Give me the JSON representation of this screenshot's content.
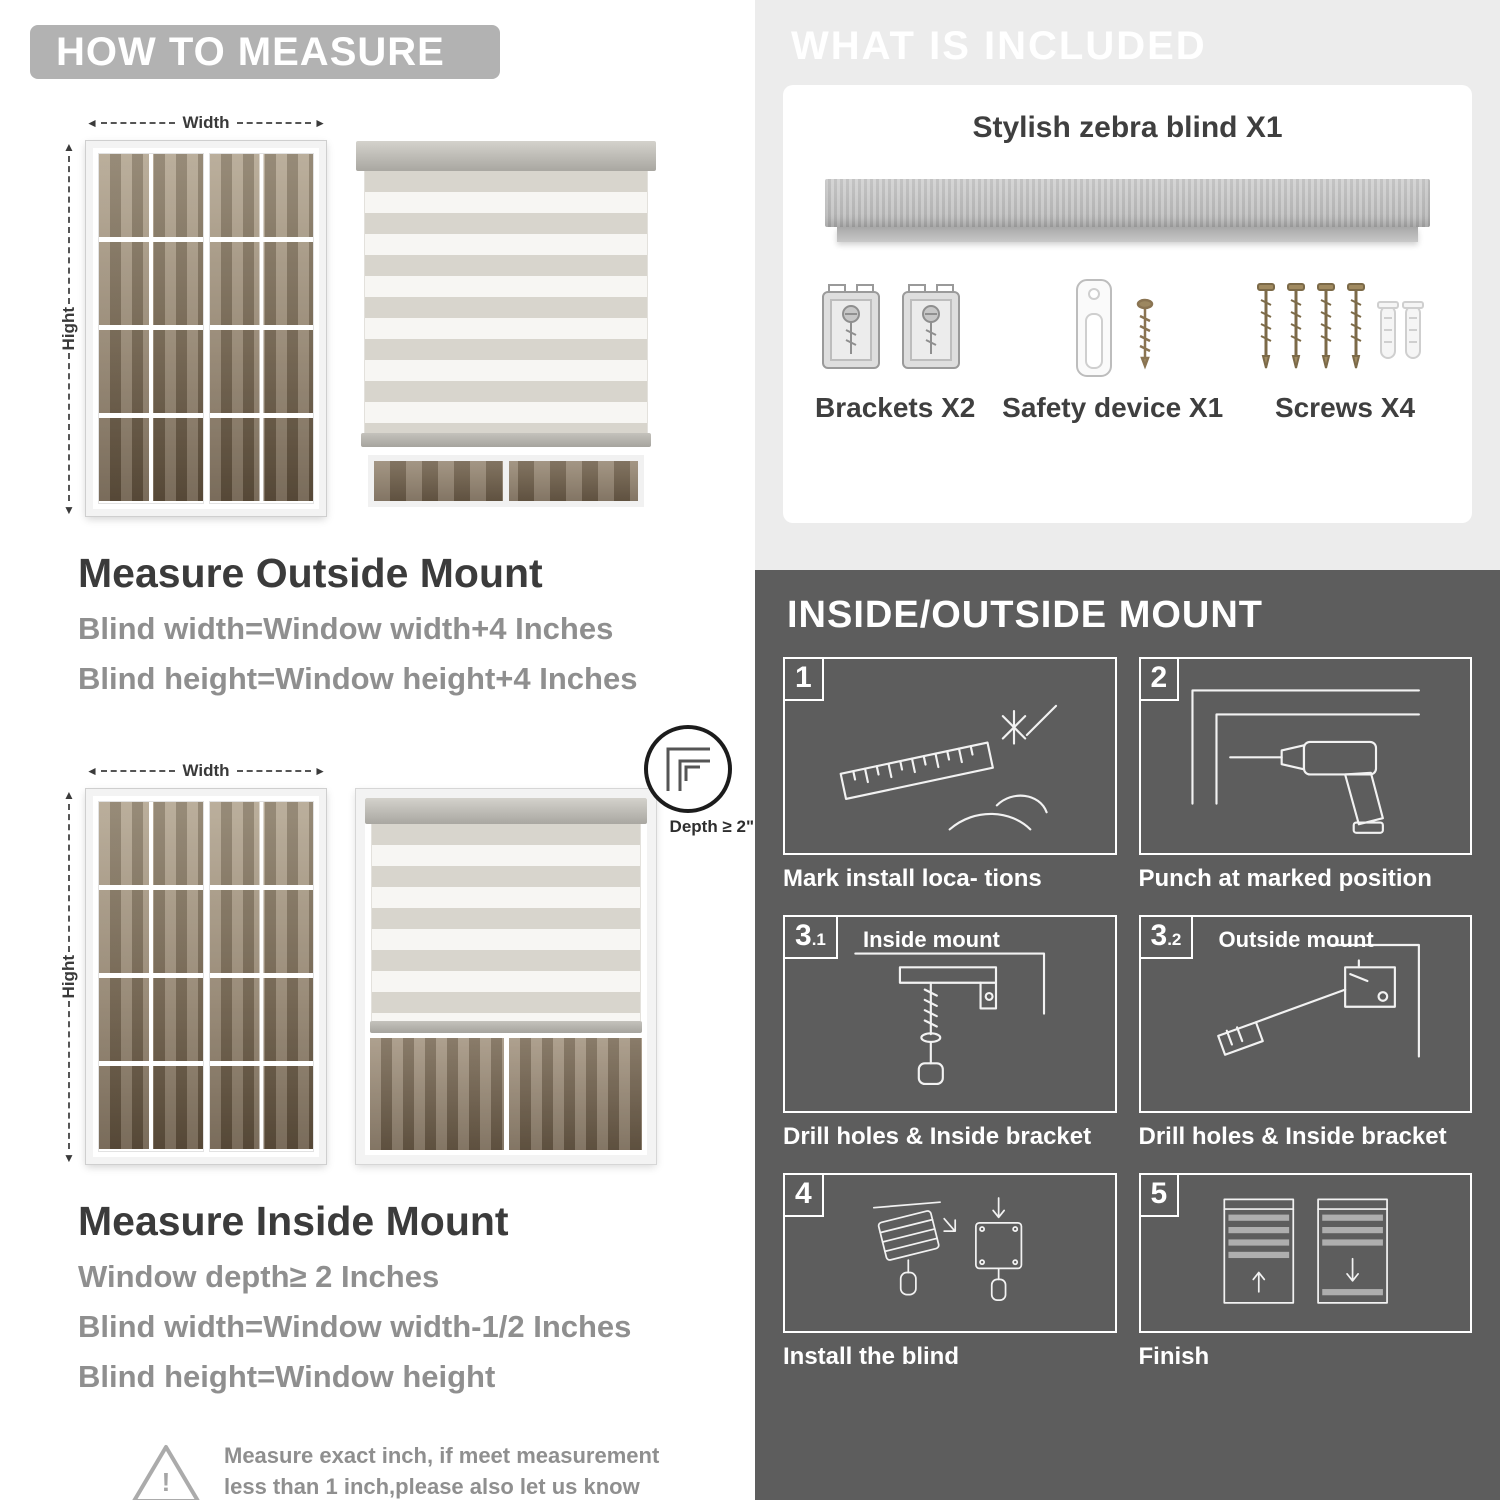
{
  "colors": {
    "banner_gray": "#b2b2b2",
    "panel_light": "#ececec",
    "panel_dark": "#5d5d5d",
    "text_dark": "#3b3b3b",
    "text_gray": "#8f8f8f"
  },
  "icons": {
    "arrow_left": "◄",
    "arrow_right": "►",
    "arrow_up": "▲",
    "arrow_down": "▼",
    "warning_exclamation": "!"
  },
  "left": {
    "banner": "HOW TO MEASURE",
    "outside": {
      "width_label": "Width",
      "height_label": "Hight",
      "heading": "Measure Outside Mount",
      "line1": "Blind width=Window width+4 Inches",
      "line2": "Blind height=Window height+4 Inches"
    },
    "inside": {
      "width_label": "Width",
      "height_label": "Hight",
      "depth_label": "Depth ≥ 2\"",
      "heading": "Measure Inside Mount",
      "line1": "Window depth≥ 2 Inches",
      "line2": "Blind width=Window width-1/2 Inches",
      "line3": "Blind height=Window height"
    },
    "warning": {
      "text": "Measure exact inch, if meet measurement less than 1 inch,please also let us know exact measurement, please do not leave it"
    }
  },
  "included": {
    "title": "WHAT IS INCLUDED",
    "blind_label": "Stylish zebra blind X1",
    "items": [
      {
        "label": "Brackets X2",
        "icon": "brackets-icon"
      },
      {
        "label": "Safety device X1",
        "icon": "safety-device-icon"
      },
      {
        "label": "Screws X4",
        "icon": "screws-icon"
      }
    ]
  },
  "mount": {
    "title": "INSIDE/OUTSIDE MOUNT",
    "steps": [
      {
        "num": "1",
        "subnum": "",
        "label": "",
        "caption": "Mark install loca- tions",
        "icon": "mark-locations-illustration"
      },
      {
        "num": "2",
        "subnum": "",
        "label": "",
        "caption": "Punch at  marked position",
        "icon": "drill-illustration"
      },
      {
        "num": "3",
        "subnum": ".1",
        "label": "Inside mount",
        "caption": "Drill holes &  Inside bracket",
        "icon": "inside-bracket-illustration"
      },
      {
        "num": "3",
        "subnum": ".2",
        "label": "Outside mount",
        "caption": "Drill holes &  Inside bracket",
        "icon": "outside-bracket-illustration"
      },
      {
        "num": "4",
        "subnum": "",
        "label": "",
        "caption": "Install the blind",
        "icon": "install-blind-illustration"
      },
      {
        "num": "5",
        "subnum": "",
        "label": "",
        "caption": "Finish",
        "icon": "finish-illustration"
      }
    ]
  }
}
